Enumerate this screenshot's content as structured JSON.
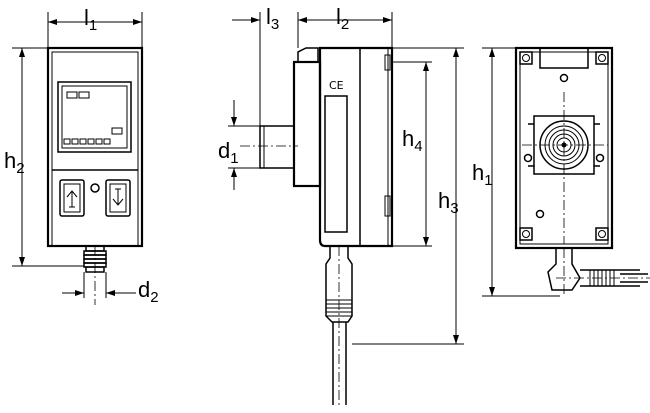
{
  "labels": {
    "l1": {
      "base": "l",
      "sub": "1"
    },
    "h2": {
      "base": "h",
      "sub": "2"
    },
    "d2": {
      "base": "d",
      "sub": "2"
    },
    "l3": {
      "base": "l",
      "sub": "3"
    },
    "l2": {
      "base": "l",
      "sub": "2"
    },
    "d1": {
      "base": "d",
      "sub": "1"
    },
    "h4": {
      "base": "h",
      "sub": "4"
    },
    "h3": {
      "base": "h",
      "sub": "3"
    },
    "h1": {
      "base": "h",
      "sub": "1"
    }
  },
  "ce_mark": "CE",
  "icons": {
    "up": "arrow-up-icon",
    "down": "arrow-down-icon"
  },
  "colors": {
    "line": "#000000",
    "background": "#ffffff"
  }
}
